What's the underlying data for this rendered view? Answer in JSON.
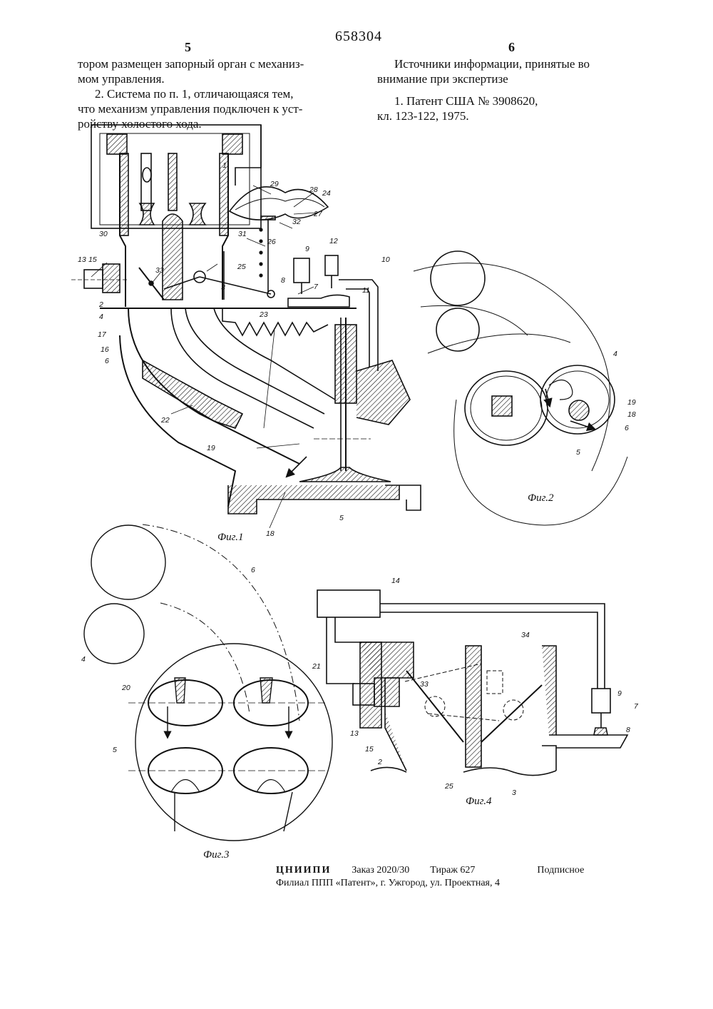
{
  "patent_number": "658304",
  "column_left_number": "5",
  "column_right_number": "6",
  "left_text": [
    "тором размещен запорный орган с механиз-",
    "мом управления.",
    "2. Система по п. 1, отличающаяся тем,",
    "что механизм управления подключен к уст-",
    "ройству холостого хода."
  ],
  "right_text": {
    "sources_title": "Источники информации, принятые во",
    "sources_title2": "внимание при экспертизе",
    "ref_line1": "1. Патент США № 3908620,",
    "ref_line2": "кл. 123-122, 1975."
  },
  "figures": {
    "fig1": "Фиг.1",
    "fig2": "Фиг.2",
    "fig3": "Фиг.3",
    "fig4": "Фиг.4"
  },
  "fig1_labels": [
    "1",
    "2",
    "3",
    "4",
    "5",
    "6",
    "7",
    "8",
    "9",
    "10",
    "11",
    "12",
    "13",
    "15",
    "16",
    "17",
    "18",
    "19",
    "22",
    "23",
    "24",
    "25",
    "26",
    "27",
    "28",
    "29",
    "30",
    "31",
    "32",
    "33"
  ],
  "fig2_labels": [
    "4",
    "19",
    "18",
    "6",
    "5"
  ],
  "fig3_labels": [
    "6",
    "4",
    "20",
    "21",
    "5"
  ],
  "fig4_labels": [
    "14",
    "34",
    "33",
    "9",
    "7",
    "8",
    "13",
    "15",
    "2",
    "25",
    "3"
  ],
  "imprint": {
    "org": "ЦНИИПИ",
    "order": "Заказ 2020/30",
    "copies": "Тираж 627",
    "subscription": "Подписное",
    "branch": "Филиал ППП «Патент», г. Ужгород, ул. Проектная, 4"
  }
}
